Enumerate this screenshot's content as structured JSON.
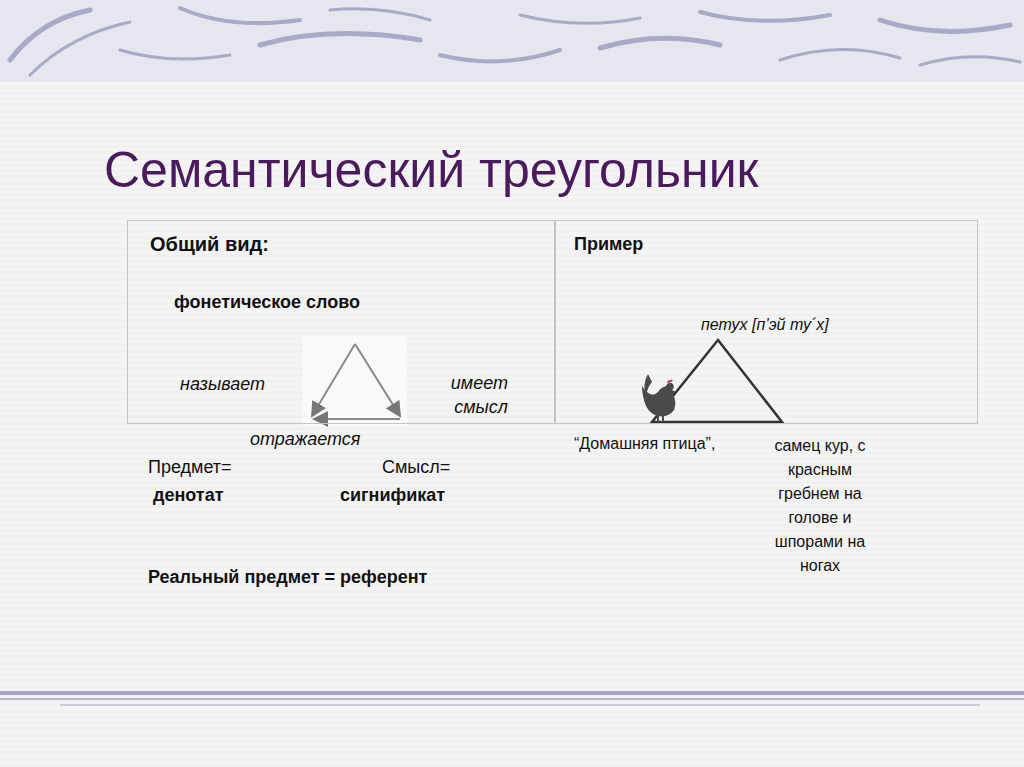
{
  "diagram": {
    "title": "Семантический треугольник",
    "nodes": [
      {
        "text": [
          "Общий вид:",
          "фонетическое слово",
          "называет",
          "имеет смысл"
        ]
      },
      {
        "text": [
          "Пример",
          "петух [п’эй ту´х]"
        ]
      }
    ],
    "labels": [
      "отражается",
      "Предмет=",
      "Смысл=",
      "денотат",
      "сигнификат",
      "Реальный предмет = референт",
      "“Домашняя птица”,",
      "самец кур, с красным гребнем на голове и шпорами на ногах"
    ]
  }
}
